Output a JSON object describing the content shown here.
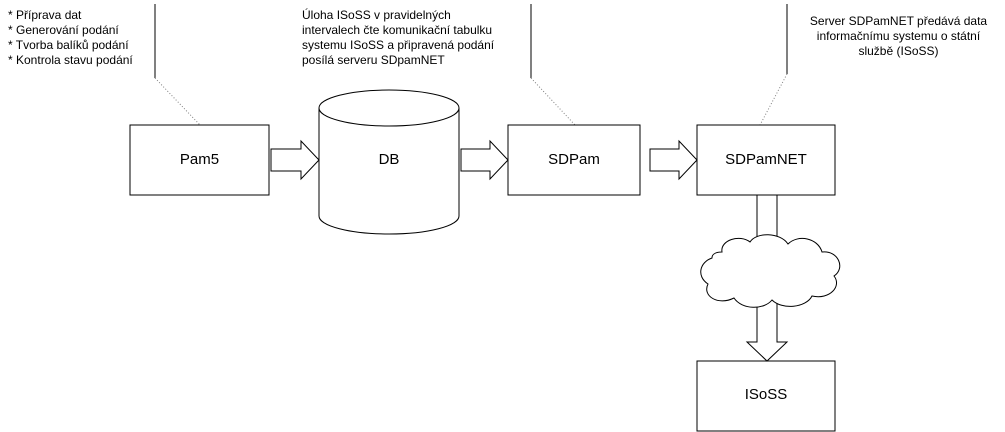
{
  "nodes": {
    "pam5": "Pam5",
    "db": "DB",
    "sdpam": "SDPam",
    "sdpamnet": "SDPamNET",
    "isoss": "ISoSS"
  },
  "annotations": {
    "pam5_note": "* Příprava dat\n* Generování podání\n* Tvorba balíků podání\n* Kontrola stavu podání",
    "isoss_task_note": "Úloha ISoSS v pravidelných\nintervalech čte komunikační tabulku\nsystemu ISoSS a připravená podání\nposílá serveru SDpamNET",
    "sdpamnet_note": "Server SDPamNET předává data\ninformačnímu systemu o státní\nslužbě (ISoSS)"
  },
  "colors": {
    "stroke": "#000000",
    "fill": "#ffffff",
    "dotted_connector": "#808080"
  }
}
